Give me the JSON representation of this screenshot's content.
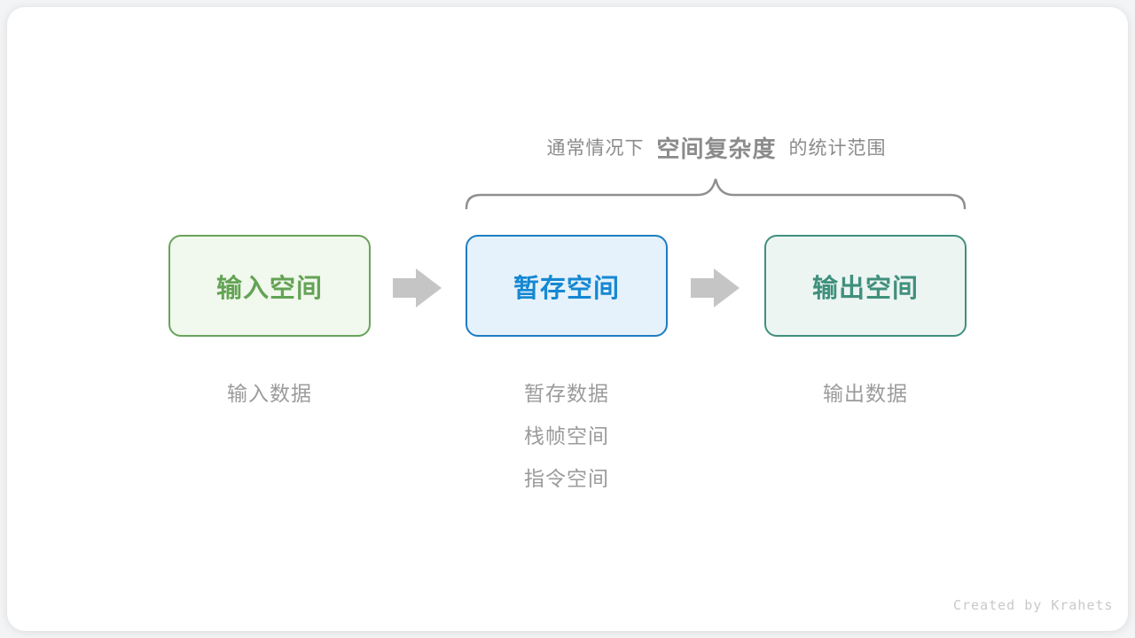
{
  "title": {
    "prefix": "通常情况下",
    "emphasis": "空间复杂度",
    "suffix": "的统计范围"
  },
  "diagram": {
    "boxes": [
      {
        "id": "input",
        "label": "输入空间"
      },
      {
        "id": "buffer",
        "label": "暂存空间"
      },
      {
        "id": "output",
        "label": "输出空间"
      }
    ],
    "notes": {
      "input": [
        "输入数据"
      ],
      "buffer": [
        "暂存数据",
        "栈帧空间",
        "指令空间"
      ],
      "output": [
        "输出数据"
      ]
    }
  },
  "credit": "Created by Krahets",
  "colors": {
    "page_background": "#f3f4f5",
    "card_background": "#ffffff",
    "input_border": "#68a35b",
    "input_bg": "#f1f8ed",
    "input_text": "#64a355",
    "buffer_border": "#1f7dc2",
    "buffer_bg": "#e5f1fb",
    "buffer_text": "#1588d2",
    "output_border": "#40907d",
    "output_bg": "#edf5f2",
    "output_text": "#3f907d",
    "arrow": "#c5c5c6",
    "brace": "#8f8f8f",
    "title_text": "#8b8b8b",
    "note_text": "#9b9b9b",
    "credit_text": "#c9c9c9"
  }
}
